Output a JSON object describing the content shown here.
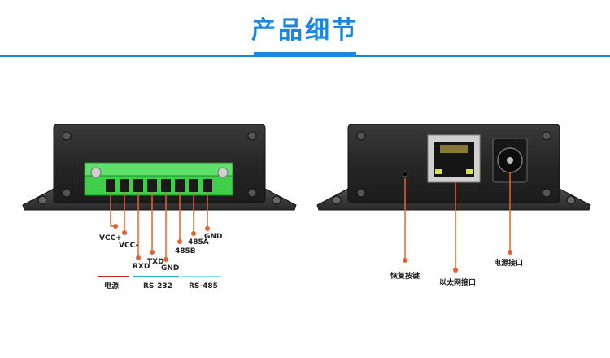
{
  "title": "产品细节",
  "colors": {
    "accent": "#1a86e0",
    "callout": "#e5632a",
    "power_line": "#c0282c",
    "rs232_line": "#2aa8d8",
    "rs485_line": "#7fe3f0",
    "device": "#2b2b2b",
    "terminal": "#3fcf4a"
  },
  "left_device": {
    "pins": [
      {
        "id": "vcc-plus",
        "label": "VCC+"
      },
      {
        "id": "vcc-minus",
        "label": "VCC-"
      },
      {
        "id": "rxd",
        "label": "RXD"
      },
      {
        "id": "txd",
        "label": "TXD"
      },
      {
        "id": "gnd-232",
        "label": "GND"
      },
      {
        "id": "485b",
        "label": "485B"
      },
      {
        "id": "485a",
        "label": "485A"
      },
      {
        "id": "gnd-485",
        "label": "GND"
      }
    ],
    "groups": [
      {
        "id": "power",
        "label": "电源"
      },
      {
        "id": "rs232",
        "label": "RS-232"
      },
      {
        "id": "rs485",
        "label": "RS-485"
      }
    ]
  },
  "right_device": {
    "reset_label": "恢复按键",
    "ethernet_label": "以太网接口",
    "power_label": "电源接口"
  }
}
